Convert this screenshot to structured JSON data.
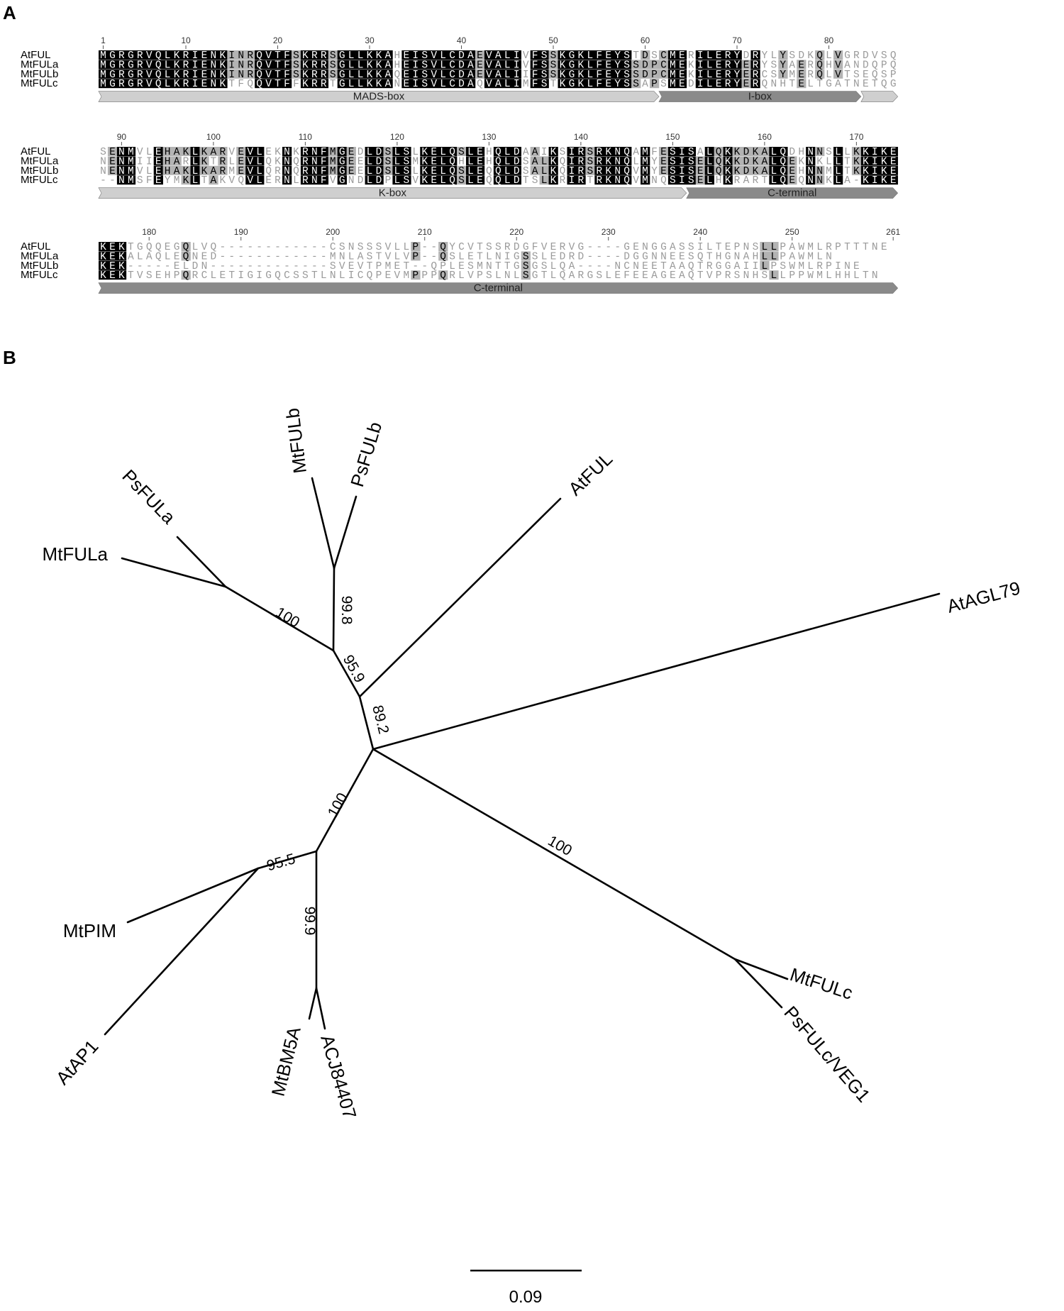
{
  "panels": {
    "a": "A",
    "b": "B"
  },
  "alignment": {
    "names": [
      "AtFUL",
      "MtFULa",
      "MtFULb",
      "MtFULc"
    ],
    "blocks": [
      {
        "ticks": [
          {
            "label": "1",
            "col": 1
          },
          {
            "label": "10",
            "col": 10
          },
          {
            "label": "20",
            "col": 20
          },
          {
            "label": "30",
            "col": 30
          },
          {
            "label": "40",
            "col": 40
          },
          {
            "label": "50",
            "col": 50
          },
          {
            "label": "60",
            "col": 60
          },
          {
            "label": "70",
            "col": 70
          },
          {
            "label": "80",
            "col": 80
          }
        ],
        "rows": [
          "MGRGRVQLKRIENKINRQVTFSKRRSGLLKKAHEISVLCDAEVALIVFSSKGKLFEYSTDSCMERILERYDRYLYSDKQLVGRDVSQ",
          "MGRGRVQLKRIENKINRQVTFSKRRSGLLKKAHEISVLCDAEVALIVFSSKGKLFEYSSDPCMEKILERYERYSYAERQHVANDQPQ",
          "MGRGRVQLKRIENKINRQVTFSKRRSGLLKKAQEISVLCDAEVALIIFSSKGKLFEYSSDPCMEKILERYERCSYMERQLVTSEQSP",
          "MGRGRVQLKRIENKTFQQVTFFKRRTGLLKKANEISVLCDAQVALIMFSTKGKLFEYSSAPSMEDILERYERQNHTELTGATNETQG"
        ],
        "domains": [
          {
            "label": "MADS-box",
            "start": 1,
            "end": 61,
            "shade": "light"
          },
          {
            "label": "I-box",
            "start": 62,
            "end": 83,
            "shade": "dark"
          },
          {
            "label": "",
            "start": 84,
            "end": 87,
            "shade": "light"
          }
        ]
      },
      {
        "ticks": [
          {
            "label": "90",
            "col": 3
          },
          {
            "label": "100",
            "col": 13
          },
          {
            "label": "110",
            "col": 23
          },
          {
            "label": "120",
            "col": 33
          },
          {
            "label": "130",
            "col": 43
          },
          {
            "label": "140",
            "col": 53
          },
          {
            "label": "150",
            "col": 63
          },
          {
            "label": "160",
            "col": 73
          },
          {
            "label": "170",
            "col": 83
          }
        ],
        "rows": [
          "SENMVLEHAKLKARVEVLEKNKRNFMGEDLDSLSLKELQSLEHQLDAAIKSIRSRKNQAMFESISALQKKDKALQDHNNSLLKKIKE",
          "NENMIIEHARLKTRLEVLQKNQRNFMGEELDSLSMKELQHLEHQLDSALKQIRSRKNQLMYESISELQKKDKALQEKNKLLTKKIKE",
          "NENMVLEHAKLKARMEVLQRNQRNFMGEELDSLSLKELQSLEQQLDSALKQIRSRKNQVMYESISELQKKDKALQEHNNMLTKKIKE",
          "--NMSFEYMKLTAKVQVLERNLRNFVGNDLDPLSVKELQSLEQQLDTSLKRIRTRKNQVMNQSISELHKRARTLQEQNNKLA-KIKE"
        ],
        "domains": [
          {
            "label": "K-box",
            "start": 1,
            "end": 64,
            "shade": "light"
          },
          {
            "label": "C-terminal",
            "start": 65,
            "end": 87,
            "shade": "dark"
          }
        ]
      },
      {
        "ticks": [
          {
            "label": "180",
            "col": 6
          },
          {
            "label": "190",
            "col": 16
          },
          {
            "label": "200",
            "col": 26
          },
          {
            "label": "210",
            "col": 36
          },
          {
            "label": "220",
            "col": 46
          },
          {
            "label": "230",
            "col": 56
          },
          {
            "label": "240",
            "col": 66
          },
          {
            "label": "250",
            "col": 76
          },
          {
            "label": "261",
            "col": 87
          }
        ],
        "rows": [
          "KEKTGQQEGQLVQ------------CSNSSSVLLP--QYCVTSSRDGFVERVG----GENGGASSILTEPNSLLPAWMLRPTTTNE",
          "KEKALAQLEQNED------------MNLASTVLVP--QSLETLNIGSSLEDRD----DGGNNEESQTHGNAHLLPAWMLN",
          "KEK-----ELDN-------------SVEVTPMET--QPLESMNTTGSGSLQA----NCNEETAAQTRGGAIILPSWMLRPINE",
          "KEKTVSEHPQRCLETIGIGQCSSTLNLICQPEVMPPPQRLVPSLNLSGTLQARGSLEFEEAGEAQTVPRSNHSLLPPWMLHHLTN"
        ],
        "domains": [
          {
            "label": "C-terminal",
            "start": 1,
            "end": 87,
            "shade": "dark"
          }
        ]
      }
    ]
  },
  "tree": {
    "taxa": [
      {
        "name": "MtFULb"
      },
      {
        "name": "PsFULb"
      },
      {
        "name": "AtFUL"
      },
      {
        "name": "PsFULa"
      },
      {
        "name": "MtFULa"
      },
      {
        "name": "AtAGL79"
      },
      {
        "name": "MtPIM"
      },
      {
        "name": "AtAP1"
      },
      {
        "name": "MtBM5A"
      },
      {
        "name": "ACJ84407"
      },
      {
        "name": "MtFULc"
      },
      {
        "name": "PsFULc/VEG1"
      }
    ],
    "supports": [
      {
        "value": "100"
      },
      {
        "value": "99.8"
      },
      {
        "value": "95.9"
      },
      {
        "value": "89.2"
      },
      {
        "value": "100"
      },
      {
        "value": "95.5"
      },
      {
        "value": "99.9"
      },
      {
        "value": "100"
      }
    ],
    "scale": {
      "label": "0.09"
    }
  },
  "colors": {
    "black": "#000000",
    "gray": "#b3b3b3",
    "light_arrow": "#cfcfcf",
    "dark_arrow": "#8a8a8a"
  }
}
